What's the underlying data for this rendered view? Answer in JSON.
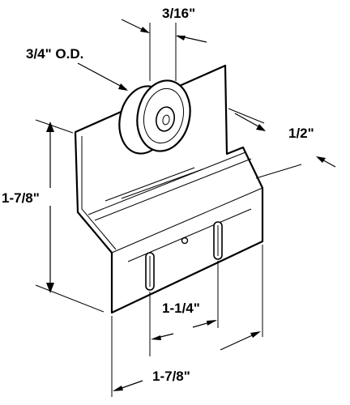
{
  "dimensions": {
    "wheel_width": "3/16\"",
    "wheel_od": "3/4\" O.D.",
    "offset": "1/2\"",
    "height": "1-7/8\"",
    "hole_spacing": "1-1/4\"",
    "bracket_width": "1-7/8\""
  },
  "colors": {
    "line": "#000000",
    "background": "#ffffff"
  }
}
